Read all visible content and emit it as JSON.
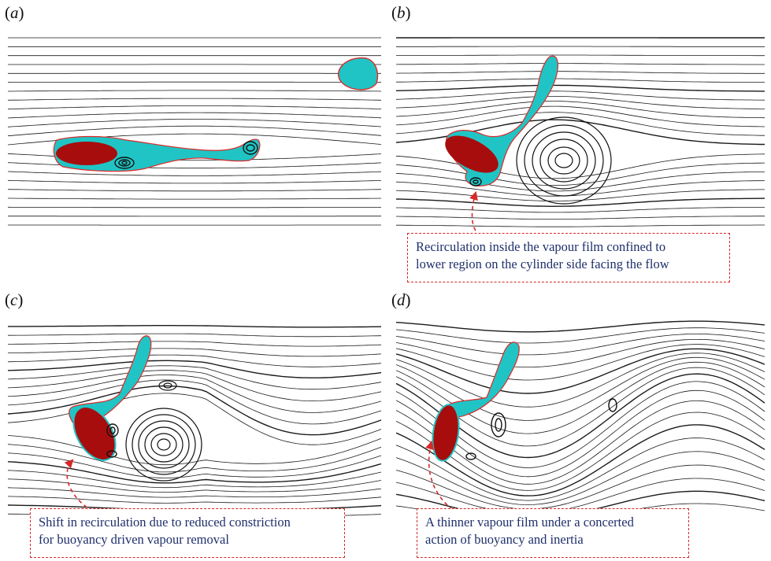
{
  "panels": [
    {
      "id": "a",
      "label_open": "(",
      "label_letter": "a",
      "label_close": ")"
    },
    {
      "id": "b",
      "label_open": "(",
      "label_letter": "b",
      "label_close": ")"
    },
    {
      "id": "c",
      "label_open": "(",
      "label_letter": "c",
      "label_close": ")"
    },
    {
      "id": "d",
      "label_open": "(",
      "label_letter": "d",
      "label_close": ")"
    }
  ],
  "callouts": {
    "b": {
      "line1": "Recirculation inside the vapour film confined to",
      "line2": "lower region on the cylinder side facing the flow"
    },
    "c": {
      "line1": "Shift in recirculation due to reduced constriction",
      "line2": "for buoyancy driven vapour removal"
    },
    "d": {
      "line1": "A thinner vapour film under a concerted",
      "line2": "action of buoyancy and inertia"
    }
  },
  "colors": {
    "cylinder": "#a80d0d",
    "vapour": "#21c4c4",
    "interface": "#e02828",
    "streamline": "#1a1a1a",
    "callout_border": "#d62a2a",
    "callout_text": "#1f2f6b"
  }
}
